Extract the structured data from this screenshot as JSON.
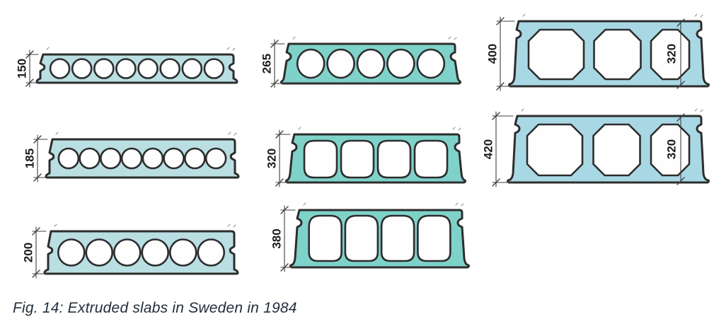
{
  "figure": {
    "caption": "Fig. 14: Extruded slabs in Sweden in 1984"
  },
  "colors": {
    "outline": "#2d2d2d",
    "hole_outline": "#2d2d2d",
    "hole_fill": "#fefefe",
    "dimension_line": "#3f3f3f",
    "dimension_text": "#1c1c1c",
    "caption_text": "#242e3a",
    "artifact_mark": "#8a8a8a",
    "fill_left_column": "#b9dfe3",
    "fill_middle_column": "#7fd2ca",
    "fill_right_column": "#a9d8e5"
  },
  "slabs": [
    {
      "id": "slab-150",
      "label": "150",
      "holes": 8,
      "hole_shape": "circle",
      "inner_label": null,
      "column": 1
    },
    {
      "id": "slab-185",
      "label": "185",
      "holes": 8,
      "hole_shape": "circle",
      "inner_label": null,
      "column": 1
    },
    {
      "id": "slab-200",
      "label": "200",
      "holes": 6,
      "hole_shape": "circle",
      "inner_label": null,
      "column": 1
    },
    {
      "id": "slab-265",
      "label": "265",
      "holes": 5,
      "hole_shape": "circle",
      "inner_label": null,
      "column": 2
    },
    {
      "id": "slab-320",
      "label": "320",
      "holes": 4,
      "hole_shape": "rounded-octagon",
      "inner_label": null,
      "column": 2
    },
    {
      "id": "slab-380",
      "label": "380",
      "holes": 4,
      "hole_shape": "tall-octagon",
      "inner_label": null,
      "column": 2
    },
    {
      "id": "slab-400",
      "label": "400",
      "holes": 3,
      "hole_shape": "octagon",
      "inner_label": "320",
      "column": 3
    },
    {
      "id": "slab-420",
      "label": "420",
      "holes": 3,
      "hole_shape": "octagon",
      "inner_label": "320",
      "column": 3
    }
  ]
}
